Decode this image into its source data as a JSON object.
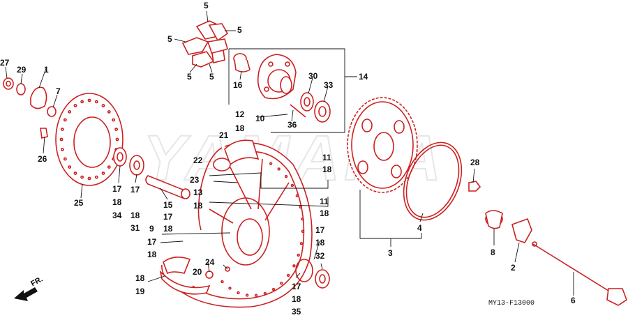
{
  "diagram": {
    "code": "MY13-F13000",
    "front_label": "FR.",
    "watermark": "YAMAHA",
    "colors": {
      "parts": "#cc2020",
      "lines": "#111111",
      "watermark": "#eeeeee"
    }
  },
  "callouts": [
    {
      "id": "c5a",
      "text": "5"
    },
    {
      "id": "c5b",
      "text": "5"
    },
    {
      "id": "c5c",
      "text": "5"
    },
    {
      "id": "c5d",
      "text": "5"
    },
    {
      "id": "c5e",
      "text": "5"
    },
    {
      "id": "c27",
      "text": "27"
    },
    {
      "id": "c29",
      "text": "29"
    },
    {
      "id": "c1",
      "text": "1"
    },
    {
      "id": "c7",
      "text": "7"
    },
    {
      "id": "c26",
      "text": "26"
    },
    {
      "id": "c25",
      "text": "25"
    },
    {
      "id": "c16",
      "text": "16"
    },
    {
      "id": "c14",
      "text": "14"
    },
    {
      "id": "c30",
      "text": "30"
    },
    {
      "id": "c33",
      "text": "33"
    },
    {
      "id": "c10",
      "text": "10"
    },
    {
      "id": "c36",
      "text": "36"
    },
    {
      "id": "c12",
      "text": "12"
    },
    {
      "id": "c18a",
      "text": "18"
    },
    {
      "id": "c21",
      "text": "21"
    },
    {
      "id": "c22",
      "text": "22"
    },
    {
      "id": "c23",
      "text": "23"
    },
    {
      "id": "c13",
      "text": "13"
    },
    {
      "id": "c18b",
      "text": "18"
    },
    {
      "id": "c11a",
      "text": "11"
    },
    {
      "id": "c18c",
      "text": "18"
    },
    {
      "id": "c11b",
      "text": "11"
    },
    {
      "id": "c18d",
      "text": "18"
    },
    {
      "id": "c17a",
      "text": "17"
    },
    {
      "id": "c18e",
      "text": "18"
    },
    {
      "id": "c34",
      "text": "34"
    },
    {
      "id": "c17b",
      "text": "17"
    },
    {
      "id": "c18f",
      "text": "18"
    },
    {
      "id": "c31",
      "text": "31"
    },
    {
      "id": "c15",
      "text": "15"
    },
    {
      "id": "c17c",
      "text": "17"
    },
    {
      "id": "c18g",
      "text": "18"
    },
    {
      "id": "c9",
      "text": "9"
    },
    {
      "id": "c17d",
      "text": "17"
    },
    {
      "id": "c18h",
      "text": "18"
    },
    {
      "id": "c24",
      "text": "24"
    },
    {
      "id": "c20",
      "text": "20"
    },
    {
      "id": "c18i",
      "text": "18"
    },
    {
      "id": "c19",
      "text": "19"
    },
    {
      "id": "c17e",
      "text": "17"
    },
    {
      "id": "c18j",
      "text": "18"
    },
    {
      "id": "c32",
      "text": "32"
    },
    {
      "id": "c17f",
      "text": "17"
    },
    {
      "id": "c18k",
      "text": "18"
    },
    {
      "id": "c35",
      "text": "35"
    },
    {
      "id": "c3",
      "text": "3"
    },
    {
      "id": "c4",
      "text": "4"
    },
    {
      "id": "c28",
      "text": "28"
    },
    {
      "id": "c8",
      "text": "8"
    },
    {
      "id": "c2",
      "text": "2"
    },
    {
      "id": "c6",
      "text": "6"
    }
  ]
}
